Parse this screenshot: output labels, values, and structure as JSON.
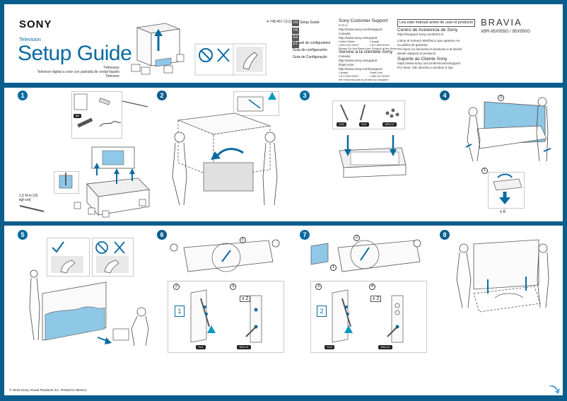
{
  "header": {
    "brand": "SONY",
    "category": "Television",
    "title": "Setup Guide",
    "subtitles": [
      "Téléviseur",
      "Televisor digital a color con pantalla de cristal líquido",
      "Televisor"
    ],
    "part_number": "4-748-457-11(1)",
    "languages": [
      {
        "code": "US",
        "label": "Setup Guide"
      },
      {
        "code": "FR",
        "label": "Manuel de configuration"
      },
      {
        "code": "ES",
        "label": "Guía de configuración"
      },
      {
        "code": "PT",
        "label": "Guia de Configuração"
      }
    ],
    "support_en": {
      "heading": "Sony Customer Support",
      "lines": [
        "U.S.A.:",
        "http://www.sony.com/tvsupport",
        "Canada:",
        "http://www.sony.ca/support"
      ],
      "phone_labels": [
        "United States",
        "Canada"
      ],
      "phones": [
        "1.800.222.SONY",
        "1.877.899.SONY"
      ],
      "note": "Please Do Not Return the Product to the Store"
    },
    "support_fr": {
      "heading": "Service à la clientèle Sony",
      "lines": [
        "Canada :",
        "http://www.sony.ca/support",
        "États-Unis :",
        "http://www.sony.com/tvsupport"
      ],
      "phone_labels": [
        "Canada",
        "États-Unis"
      ],
      "phones": [
        "1.877.899.SONY",
        "1.800.222.SONY"
      ],
      "note": "Ne retournez pas le produit au magasin"
    },
    "read_note": "Lea este manual antes de usar el producto",
    "support_es": {
      "heading": "Centro de Asistencia de Sony",
      "url": "http://esupport.sony.com/ES/LA/",
      "lines": [
        "Llame al número telefónico que aparece en",
        "su póliza de garantía",
        "Por favor no devuelva el producto a la tienda",
        "donde adquirió el producto"
      ]
    },
    "support_pt": {
      "heading": "Suporte ao Cliente Sony",
      "url": "https://www.sony.com.br/electronics/support",
      "line": "Por favor, não devolva o produto à loja"
    },
    "product_line": "BRAVIA",
    "models": "XBR-85X955G / 85X950G"
  },
  "steps": {
    "s1": {
      "badge": "1",
      "torque": "1.5 N·m {15 kgf·cm}",
      "accessory_code": "BR"
    },
    "s2": {
      "badge": "2"
    },
    "s3": {
      "badge": "3",
      "labels": [
        "SU2",
        "SU1",
        "MSL12"
      ]
    },
    "s4": {
      "badge": "4",
      "sub1": "2",
      "sub2": "1",
      "count": "x 6"
    },
    "s5": {
      "badge": "5"
    },
    "s6": {
      "badge": "6",
      "sub1": "1",
      "sub2": "2",
      "sub3": "3",
      "count": "x 2",
      "part_no": "1",
      "labels": [
        "SU1",
        "MSL12"
      ]
    },
    "s7": {
      "badge": "7",
      "sub1": "2",
      "sub2": "1",
      "sub3": "3",
      "sub4": "4",
      "count": "x 2",
      "part_no": "2",
      "labels": [
        "SU2",
        "MSL12"
      ]
    },
    "s8": {
      "badge": "8"
    }
  },
  "footer": {
    "copyright": "© 2019 Sony Visual Products Inc.   Printed in Mexico"
  },
  "colors": {
    "brand_blue": "#0a5d8c",
    "title_blue": "#0a6aa0",
    "caution": "#0a9abf"
  }
}
